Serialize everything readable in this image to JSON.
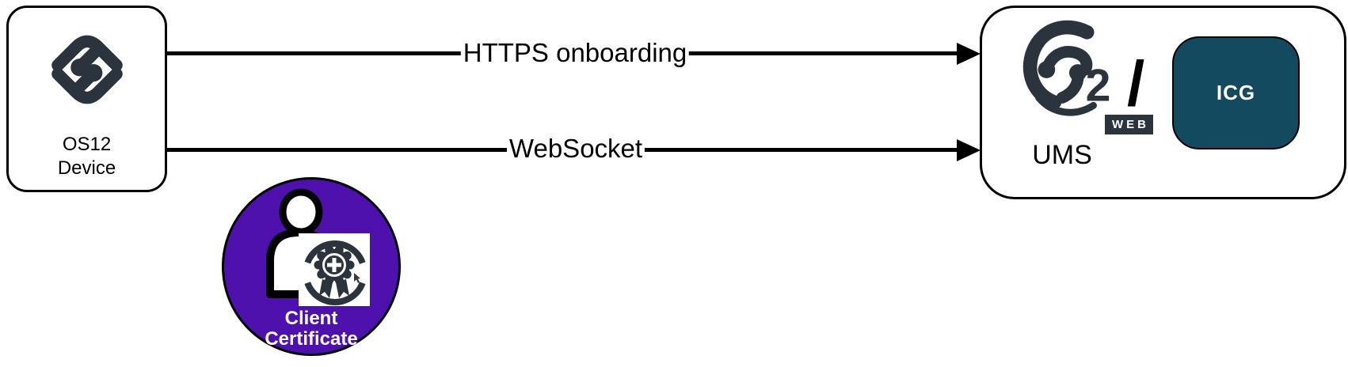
{
  "device_box": {
    "line1": "OS12",
    "line2": "Device"
  },
  "arrows": [
    {
      "label": "HTTPS onboarding"
    },
    {
      "label": "WebSocket"
    }
  ],
  "server_box": {
    "ums_label": "UMS",
    "web_badge": "WEB",
    "separator": "/",
    "icg_label": "ICG",
    "logo_numeral": "2"
  },
  "certificate": {
    "line1": "Client",
    "line2": "Certificate"
  },
  "colors": {
    "logo_dark": "#2B333C",
    "purple": "#4E11AD",
    "teal": "#134A60",
    "black": "#000000",
    "white": "#FFFFFF"
  }
}
